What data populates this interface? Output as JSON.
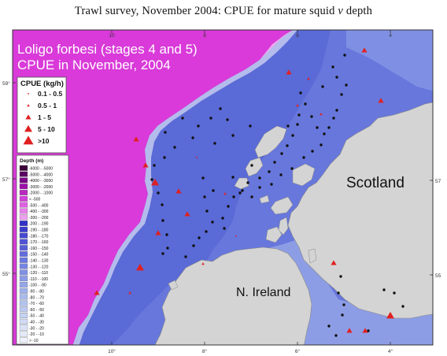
{
  "caption": {
    "prefix": "Trawl survey, November 2004: CPUE for mature squid ",
    "symbol": "v",
    "suffix": " depth"
  },
  "map_title": {
    "line1": "Loligo forbesi (stages 4 and 5)",
    "line2": "CPUE in November, 2004"
  },
  "cpue_legend": {
    "title": "CPUE (kg/h)",
    "items": [
      "0.1 - 0.5",
      "0.5 - 1",
      "1 - 5",
      "5 - 10",
      ">10"
    ]
  },
  "depth_legend": {
    "title": "Depth (m)",
    "items": [
      "-6000 - -5000",
      "-5000 - -4000",
      "-4000 - -3000",
      "-3000 - -2000",
      "-2000 - -1000",
      "< -500",
      "-500 - -400",
      "-400 - -300",
      "-300 - -200",
      "-200 - -190",
      "-190 - -180",
      "-180 - -170",
      "-170 - -160",
      "-160 - -150",
      "-150 - -140",
      "-140 - -130",
      "-130 - -120",
      "-120 - -110",
      "-110 - -100",
      "-100 - -90",
      "-90 - -80",
      "-80 - -70",
      "-70 - -60",
      "-60 - -50",
      "-50 - -40",
      "-40 - -30",
      "-30 - -20",
      "-20 - -10",
      "> -10"
    ],
    "colors": [
      "#3a0038",
      "#5a0060",
      "#7a0088",
      "#9a10a8",
      "#b828c0",
      "#d040d8",
      "#dc60e0",
      "#e480e8",
      "#eca0ee",
      "#3030c8",
      "#3a3ccc",
      "#4448d0",
      "#4e54d4",
      "#5860d8",
      "#626cdc",
      "#6c78e0",
      "#7684e2",
      "#8090e4",
      "#8a9ce6",
      "#94a6e8",
      "#9eb0ea",
      "#a8baec",
      "#b2c2ee",
      "#bccaf0",
      "#c6d2f2",
      "#d0daf4",
      "#dae2f6",
      "#e4eaf8",
      "#eef2fa"
    ]
  },
  "place_labels": {
    "scotland": "Scotland",
    "n_ireland": "N. Ireland"
  },
  "axes": {
    "x_ticks": [
      "10°",
      "8°",
      "6°",
      "4°"
    ],
    "y_ticks_left": [
      "59°",
      "57°",
      "55°"
    ],
    "y_ticks_right": [
      "57",
      "55"
    ]
  },
  "colors": {
    "deep_water": "#d93ad9",
    "shelf_water": "#5a6ad6",
    "land": "#d4d4d4",
    "station_dot": "#111111",
    "cpue_triangle": "#e02020"
  },
  "map_data": {
    "stations": [
      [
        438,
        70
      ],
      [
        423,
        85
      ],
      [
        428,
        98
      ],
      [
        410,
        110
      ],
      [
        382,
        118
      ],
      [
        388,
        132
      ],
      [
        380,
        146
      ],
      [
        378,
        158
      ],
      [
        366,
        160
      ],
      [
        372,
        172
      ],
      [
        365,
        185
      ],
      [
        358,
        195
      ],
      [
        349,
        206
      ],
      [
        342,
        218
      ],
      [
        330,
        226
      ],
      [
        315,
        232
      ],
      [
        308,
        242
      ],
      [
        297,
        250
      ],
      [
        290,
        262
      ],
      [
        283,
        277
      ],
      [
        285,
        290
      ],
      [
        305,
        245
      ],
      [
        320,
        250
      ],
      [
        330,
        238
      ],
      [
        345,
        234
      ],
      [
        357,
        222
      ],
      [
        371,
        214
      ],
      [
        386,
        200
      ],
      [
        397,
        192
      ],
      [
        408,
        184
      ],
      [
        412,
        170
      ],
      [
        418,
        162
      ],
      [
        424,
        150
      ],
      [
        428,
        140
      ],
      [
        434,
        120
      ],
      [
        440,
        108
      ],
      [
        396,
        148
      ],
      [
        403,
        162
      ],
      [
        280,
        138
      ],
      [
        268,
        150
      ],
      [
        252,
        160
      ],
      [
        232,
        150
      ],
      [
        210,
        168
      ],
      [
        222,
        187
      ],
      [
        209,
        200
      ],
      [
        196,
        210
      ],
      [
        193,
        228
      ],
      [
        201,
        245
      ],
      [
        206,
        260
      ],
      [
        207,
        280
      ],
      [
        212,
        298
      ],
      [
        213,
        315
      ],
      [
        236,
        326
      ],
      [
        246,
        312
      ],
      [
        253,
        302
      ],
      [
        262,
        294
      ],
      [
        270,
        282
      ],
      [
        263,
        268
      ],
      [
        260,
        250
      ],
      [
        271,
        242
      ],
      [
        258,
        226
      ],
      [
        296,
        225
      ],
      [
        320,
        210
      ],
      [
        273,
        182
      ],
      [
        296,
        172
      ],
      [
        318,
        160
      ],
      [
        289,
        152
      ],
      [
        207,
        322
      ],
      [
        433,
        351
      ],
      [
        430,
        372
      ],
      [
        437,
        387
      ],
      [
        435,
        400
      ],
      [
        418,
        414
      ],
      [
        427,
        426
      ],
      [
        468,
        420
      ],
      [
        488,
        368
      ],
      [
        501,
        372
      ],
      [
        512,
        389
      ],
      [
        245,
        175
      ]
    ],
    "cpue_points": [
      {
        "x": 463,
        "y": 64,
        "class": "1 - 5"
      },
      {
        "x": 367,
        "y": 92,
        "class": "1 - 5"
      },
      {
        "x": 484,
        "y": 128,
        "class": "1 - 5"
      },
      {
        "x": 173,
        "y": 177,
        "class": "1 - 5"
      },
      {
        "x": 185,
        "y": 210,
        "class": "1 - 5"
      },
      {
        "x": 197,
        "y": 232,
        "class": "5 - 10"
      },
      {
        "x": 227,
        "y": 243,
        "class": "1 - 5"
      },
      {
        "x": 238,
        "y": 272,
        "class": "1 - 5"
      },
      {
        "x": 201,
        "y": 296,
        "class": "1 - 5"
      },
      {
        "x": 178,
        "y": 340,
        "class": "5 - 10"
      },
      {
        "x": 123,
        "y": 372,
        "class": "1 - 5"
      },
      {
        "x": 424,
        "y": 334,
        "class": "1 - 5"
      },
      {
        "x": 496,
        "y": 401,
        "class": "5 - 10"
      },
      {
        "x": 444,
        "y": 420,
        "class": "1 - 5"
      },
      {
        "x": 464,
        "y": 420,
        "class": "1 - 5"
      },
      {
        "x": 392,
        "y": 100,
        "class": "0.5 - 1"
      },
      {
        "x": 378,
        "y": 134,
        "class": "0.5 - 1"
      },
      {
        "x": 408,
        "y": 145,
        "class": "0.5 - 1"
      },
      {
        "x": 286,
        "y": 246,
        "class": "0.5 - 1"
      },
      {
        "x": 258,
        "y": 335,
        "class": "0.5 - 1"
      },
      {
        "x": 165,
        "y": 372,
        "class": "0.5 - 1"
      },
      {
        "x": 250,
        "y": 200,
        "class": "0.1 - 0.5"
      },
      {
        "x": 300,
        "y": 300,
        "class": "0.1 - 0.5"
      }
    ]
  }
}
